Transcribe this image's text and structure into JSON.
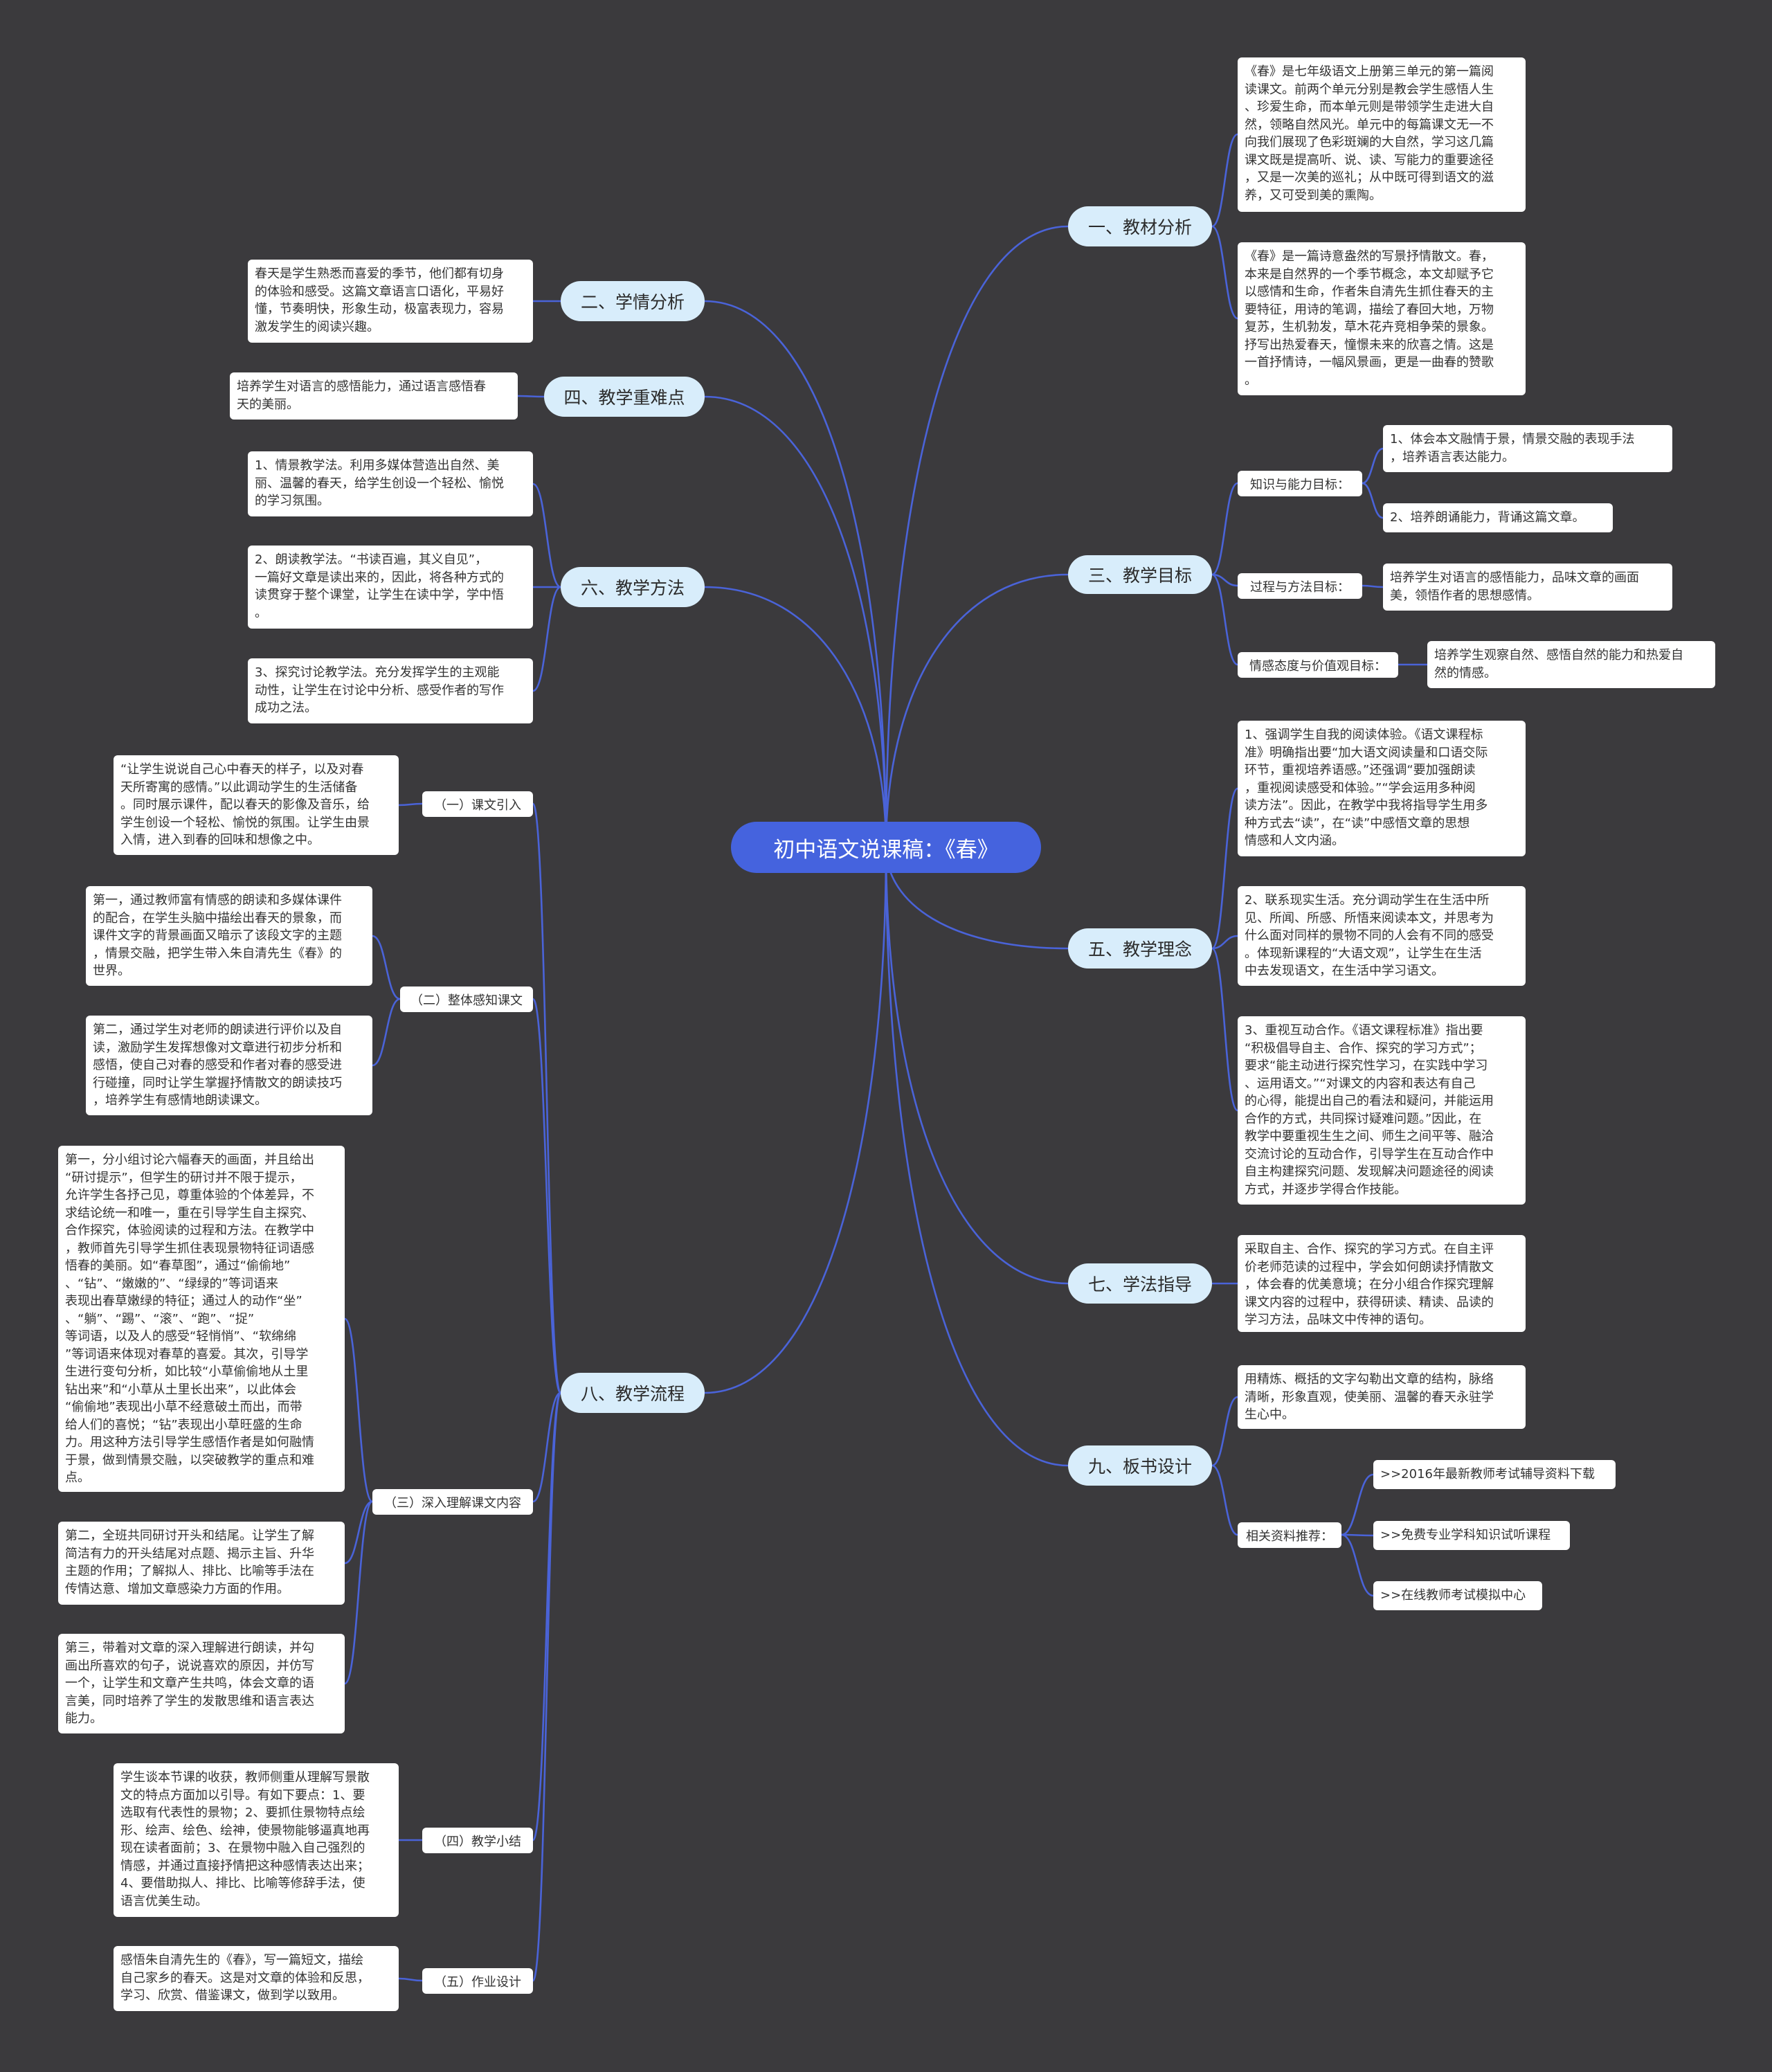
{
  "root": {
    "title": "初中语文说课稿：《春》"
  },
  "colors": {
    "background": "#3b3a3d",
    "root": "#4563de",
    "branch": "#d8edfb",
    "link": "#4a63d8",
    "leaf": "#ffffff"
  },
  "right": {
    "b1": {
      "title": "一、教材分析",
      "leaves": [
        "《春》是七年级语文上册第三单元的第一篇阅\n读课文。前两个单元分别是教会学生感悟人生\n、珍爱生命，而本单元则是带领学生走进大自\n然，领略自然风光。单元中的每篇课文无一不\n向我们展现了色彩斑斓的大自然，学习这几篇\n课文既是提高听、说、读、写能力的重要途径\n，又是一次美的巡礼；从中既可得到语文的滋\n养，又可受到美的熏陶。",
        "《春》是一篇诗意盎然的写景抒情散文。春，\n本来是自然界的一个季节概念，本文却赋予它\n以感情和生命，作者朱自清先生抓住春天的主\n要特征，用诗的笔调，描绘了春回大地，万物\n复苏，生机勃发，草木花卉竞相争荣的景象。\n抒写出热爱春天，憧憬未来的欣喜之情。这是\n一首抒情诗，一幅风景画，更是一曲春的赞歌\n。"
      ]
    },
    "b3": {
      "title": "三、教学目标",
      "g1": {
        "label": "知识与能力目标：",
        "leaves": [
          "1、体会本文融情于景，情景交融的表现手法\n，培养语言表达能力。",
          "2、培养朗诵能力，背诵这篇文章。"
        ]
      },
      "g2": {
        "label": "过程与方法目标：",
        "leaves": [
          "培养学生对语言的感悟能力，品味文章的画面\n美，领悟作者的思想感情。"
        ]
      },
      "g3": {
        "label": "情感态度与价值观目标：",
        "leaves": [
          "培养学生观察自然、感悟自然的能力和热爱自\n然的情感。"
        ]
      }
    },
    "b5": {
      "title": "五、教学理念",
      "leaves": [
        "1、强调学生自我的阅读体验。《语文课程标\n准》明确指出要“加大语文阅读量和口语交际\n环节，重视培养语感。”还强调“要加强朗读\n，重视阅读感受和体验。”“学会运用多种阅\n读方法”。因此，在教学中我将指导学生用多\n种方式去“读”，在“读”中感悟文章的思想\n情感和人文内涵。",
        "2、联系现实生活。充分调动学生在生活中所\n见、所闻、所感、所悟来阅读本文，并思考为\n什么面对同样的景物不同的人会有不同的感受\n。体现新课程的“大语文观”，让学生在生活\n中去发现语文，在生活中学习语文。",
        "3、重视互动合作。《语文课程标准》指出要\n“积极倡导自主、合作、探究的学习方式”；\n要求“能主动进行探究性学习，在实践中学习\n、运用语文。”“对课文的内容和表达有自己\n的心得，能提出自己的看法和疑问，并能运用\n合作的方式，共同探讨疑难问题。”因此，在\n教学中要重视生生之间、师生之间平等、融洽\n交流讨论的互动合作，引导学生在互动合作中\n自主构建探究问题、发现解决问题途径的阅读\n方式，并逐步学得合作技能。"
      ]
    },
    "b7": {
      "title": "七、学法指导",
      "leaves": [
        "采取自主、合作、探究的学习方式。在自主评\n价老师范读的过程中，学会如何朗读抒情散文\n，体会春的优美意境；在分小组合作探究理解\n课文内容的过程中，获得研读、精读、品读的\n学习方法，品味文中传神的语句。"
      ]
    },
    "b9": {
      "title": "九、板书设计",
      "leaves": [
        "用精炼、概括的文字勾勒出文章的结构，脉络\n清晰，形象直观，使美丽、温馨的春天永驻学\n生心中。"
      ],
      "g1": {
        "label": "相关资料推荐：",
        "leaves": [
          ">>2016年最新教师考试辅导资料下载",
          ">>免费专业学科知识试听课程",
          ">>在线教师考试模拟中心"
        ]
      }
    }
  },
  "left": {
    "b2": {
      "title": "二、学情分析",
      "leaves": [
        "春天是学生熟悉而喜爱的季节，他们都有切身\n的体验和感受。这篇文章语言口语化，平易好\n懂，节奏明快，形象生动，极富表现力，容易\n激发学生的阅读兴趣。"
      ]
    },
    "b4": {
      "title": "四、教学重难点",
      "leaves": [
        "培养学生对语言的感悟能力，通过语言感悟春\n天的美丽。"
      ]
    },
    "b6": {
      "title": "六、教学方法",
      "leaves": [
        "1、情景教学法。利用多媒体营造出自然、美\n丽、温馨的春天，给学生创设一个轻松、愉悦\n的学习氛围。",
        "2、朗读教学法。“书读百遍，其义自见”，\n一篇好文章是读出来的，因此，将各种方式的\n读贯穿于整个课堂，让学生在读中学，学中悟\n。",
        "3、探究讨论教学法。充分发挥学生的主观能\n动性，让学生在讨论中分析、感受作者的写作\n成功之法。"
      ]
    },
    "b8": {
      "title": "八、教学流程",
      "s1": {
        "label": "（一）课文引入",
        "leaves": [
          "“让学生说说自己心中春天的样子，以及对春\n天所寄寓的感情。”以此调动学生的生活储备\n。同时展示课件，配以春天的影像及音乐，给\n学生创设一个轻松、愉悦的氛围。让学生由景\n入情，进入到春的回味和想像之中。"
        ]
      },
      "s2": {
        "label": "（二）整体感知课文",
        "leaves": [
          "第一，通过教师富有情感的朗读和多媒体课件\n的配合，在学生头脑中描绘出春天的景象，而\n课件文字的背景画面又暗示了该段文字的主题\n，情景交融，把学生带入朱自清先生《春》的\n世界。",
          "第二，通过学生对老师的朗读进行评价以及自\n读，激励学生发挥想像对文章进行初步分析和\n感悟，使自己对春的感受和作者对春的感受进\n行碰撞，同时让学生掌握抒情散文的朗读技巧\n，培养学生有感情地朗读课文。"
        ]
      },
      "s3": {
        "label": "（三）深入理解课文内容",
        "leaves": [
          "第一，分小组讨论六幅春天的画面，并且给出\n“研讨提示”，但学生的研讨并不限于提示，\n允许学生各抒己见，尊重体验的个体差异，不\n求结论统一和唯一，重在引导学生自主探究、\n合作探究，体验阅读的过程和方法。在教学中\n，教师首先引导学生抓住表现景物特征词语感\n悟春的美丽。如“春草图”，通过“偷偷地”\n、“钻”、“嫩嫩的”、“绿绿的”等词语来\n表现出春草嫩绿的特征；通过人的动作“坐”\n、“躺”、“踢”、“滚”、“跑”、“捉”\n等词语，以及人的感受“轻悄悄”、“软绵绵\n”等词语来体现对春草的喜爱。其次，引导学\n生进行变句分析，如比较“小草偷偷地从土里\n钻出来”和“小草从土里长出来”，以此体会\n“偷偷地”表现出小草不经意破土而出，而带\n给人们的喜悦；“钻”表现出小草旺盛的生命\n力。用这种方法引导学生感悟作者是如何融情\n于景，做到情景交融，以突破教学的重点和难\n点。",
          "第二，全班共同研讨开头和结尾。让学生了解\n简洁有力的开头结尾对点题、揭示主旨、升华\n主题的作用；了解拟人、排比、比喻等手法在\n传情达意、增加文章感染力方面的作用。",
          "第三，带着对文章的深入理解进行朗读，并勾\n画出所喜欢的句子，说说喜欢的原因，并仿写\n一个，让学生和文章产生共鸣，体会文章的语\n言美，同时培养了学生的发散思维和语言表达\n能力。"
        ]
      },
      "s4": {
        "label": "（四）教学小结",
        "leaves": [
          "学生谈本节课的收获，教师侧重从理解写景散\n文的特点方面加以引导。有如下要点：1、要\n选取有代表性的景物；2、要抓住景物特点绘\n形、绘声、绘色、绘神，使景物能够逼真地再\n现在读者面前；3、在景物中融入自己强烈的\n情感，并通过直接抒情把这种感情表达出来；\n4、要借助拟人、排比、比喻等修辞手法，使\n语言优美生动。"
        ]
      },
      "s5": {
        "label": "（五）作业设计",
        "leaves": [
          "感悟朱自清先生的《春》，写一篇短文，描绘\n自己家乡的春天。这是对文章的体验和反思，\n学习、欣赏、借鉴课文，做到学以致用。"
        ]
      }
    }
  }
}
